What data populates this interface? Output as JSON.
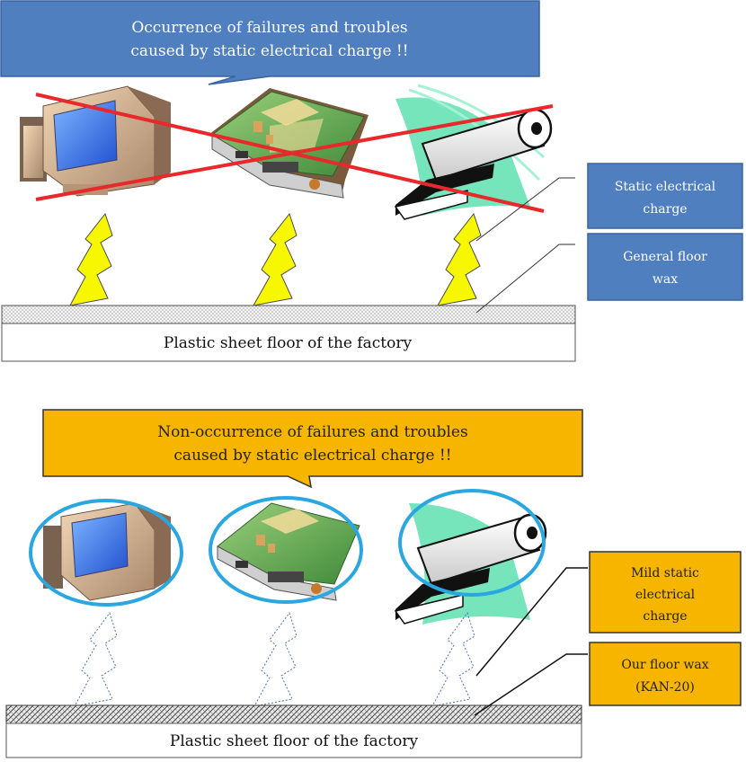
{
  "top_panel": {
    "callout_line1": "Occurrence of failures and troubles",
    "callout_line2": "caused by static electrical charge !!",
    "label_charge_line1": "Static electrical",
    "label_charge_line2": "charge",
    "label_wax_line1": "General floor",
    "label_wax_line2": "wax",
    "floor_label": "Plastic sheet floor of the factory"
  },
  "bottom_panel": {
    "callout_line1": "Non-occurrence of failures and troubles",
    "callout_line2": "caused by static electrical charge !!",
    "label_charge_line1": "Mild static",
    "label_charge_line2": "electrical",
    "label_charge_line3": "charge",
    "label_wax_line1": "Our floor wax",
    "label_wax_line2": "(KAN-20)",
    "floor_label": "Plastic sheet floor of the factory"
  },
  "colors": {
    "blue_box": "#4f7fbf",
    "blue_box_border": "#3a64a0",
    "orange_box": "#f7b500",
    "orange_box_border": "#333333",
    "cross_red": "#e8282b",
    "lightning_yellow": "#f7f700",
    "ellipse_blue": "#2aa6e0",
    "wave_green": "#5fe0b0"
  }
}
